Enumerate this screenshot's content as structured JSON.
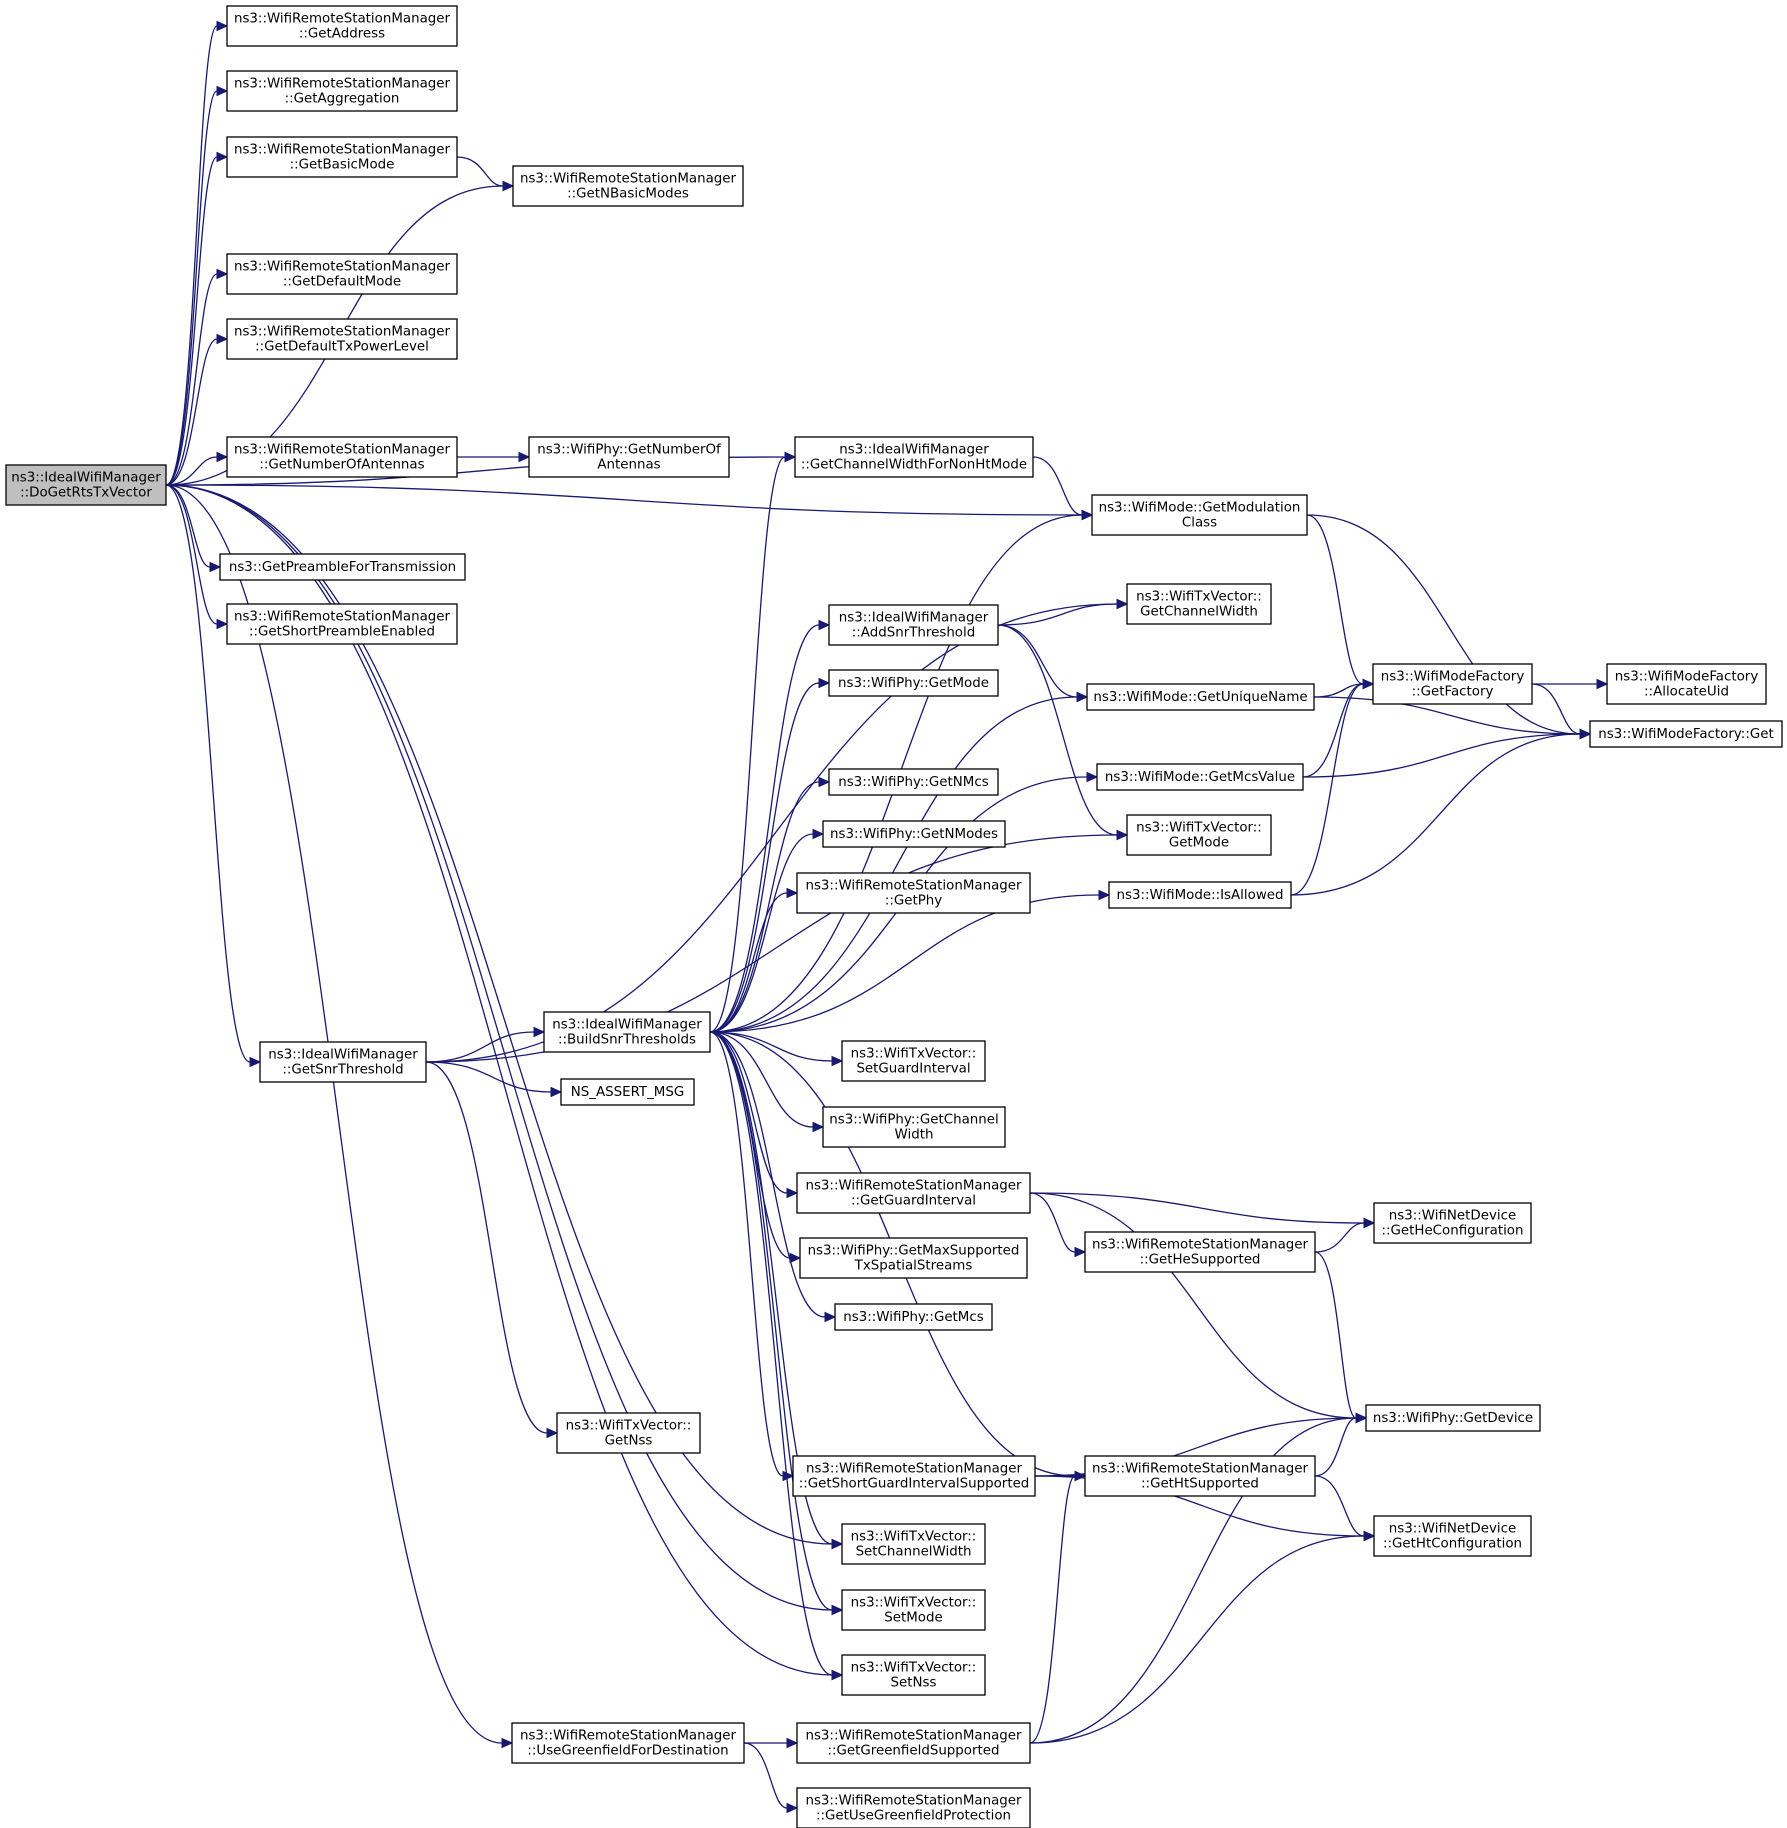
{
  "diagram": {
    "nodes": [
      {
        "id": "root",
        "lines": [
          "ns3::IdealWifiManager",
          "::DoGetRtsTxVector"
        ],
        "root": true
      },
      {
        "id": "getAddress",
        "lines": [
          "ns3::WifiRemoteStationManager",
          "::GetAddress"
        ]
      },
      {
        "id": "getAggregation",
        "lines": [
          "ns3::WifiRemoteStationManager",
          "::GetAggregation"
        ]
      },
      {
        "id": "getBasicMode",
        "lines": [
          "ns3::WifiRemoteStationManager",
          "::GetBasicMode"
        ]
      },
      {
        "id": "getNBasicModes",
        "lines": [
          "ns3::WifiRemoteStationManager",
          "::GetNBasicModes"
        ]
      },
      {
        "id": "getDefaultMode",
        "lines": [
          "ns3::WifiRemoteStationManager",
          "::GetDefaultMode"
        ]
      },
      {
        "id": "getDefaultTxPowerLevel",
        "lines": [
          "ns3::WifiRemoteStationManager",
          "::GetDefaultTxPowerLevel"
        ]
      },
      {
        "id": "getNumberOfAntennas",
        "lines": [
          "ns3::WifiRemoteStationManager",
          "::GetNumberOfAntennas"
        ]
      },
      {
        "id": "phyGetNumberOfAntennas",
        "lines": [
          "ns3::WifiPhy::GetNumberOf",
          "Antennas"
        ]
      },
      {
        "id": "getChannelWidthForNonHtMode",
        "lines": [
          "ns3::IdealWifiManager",
          "::GetChannelWidthForNonHtMode"
        ]
      },
      {
        "id": "getModulationClass",
        "lines": [
          "ns3::WifiMode::GetModulation",
          "Class"
        ]
      },
      {
        "id": "getPreambleForTransmission",
        "lines": [
          "ns3::GetPreambleForTransmission"
        ]
      },
      {
        "id": "getShortPreambleEnabled",
        "lines": [
          "ns3::WifiRemoteStationManager",
          "::GetShortPreambleEnabled"
        ]
      },
      {
        "id": "txGetChannelWidth",
        "lines": [
          "ns3::WifiTxVector::",
          "GetChannelWidth"
        ]
      },
      {
        "id": "addSnrThreshold",
        "lines": [
          "ns3::IdealWifiManager",
          "::AddSnrThreshold"
        ]
      },
      {
        "id": "phyGetMode",
        "lines": [
          "ns3::WifiPhy::GetMode"
        ]
      },
      {
        "id": "getUniqueName",
        "lines": [
          "ns3::WifiMode::GetUniqueName"
        ]
      },
      {
        "id": "getFactory",
        "lines": [
          "ns3::WifiModeFactory",
          "::GetFactory"
        ]
      },
      {
        "id": "allocateUid",
        "lines": [
          "ns3::WifiModeFactory",
          "::AllocateUid"
        ]
      },
      {
        "id": "factoryGet",
        "lines": [
          "ns3::WifiModeFactory::Get"
        ]
      },
      {
        "id": "getMcsValue",
        "lines": [
          "ns3::WifiMode::GetMcsValue"
        ]
      },
      {
        "id": "phyGetNMcs",
        "lines": [
          "ns3::WifiPhy::GetNMcs"
        ]
      },
      {
        "id": "phyGetNModes",
        "lines": [
          "ns3::WifiPhy::GetNModes"
        ]
      },
      {
        "id": "txGetMode",
        "lines": [
          "ns3::WifiTxVector::",
          "GetMode"
        ]
      },
      {
        "id": "getPhy",
        "lines": [
          "ns3::WifiRemoteStationManager",
          "::GetPhy"
        ]
      },
      {
        "id": "isAllowed",
        "lines": [
          "ns3::WifiMode::IsAllowed"
        ]
      },
      {
        "id": "getSnrThreshold",
        "lines": [
          "ns3::IdealWifiManager",
          "::GetSnrThreshold"
        ]
      },
      {
        "id": "buildSnrThresholds",
        "lines": [
          "ns3::IdealWifiManager",
          "::BuildSnrThresholds"
        ]
      },
      {
        "id": "nsAssertMsg",
        "lines": [
          "NS_ASSERT_MSG"
        ]
      },
      {
        "id": "setGuardInterval",
        "lines": [
          "ns3::WifiTxVector::",
          "SetGuardInterval"
        ]
      },
      {
        "id": "phyGetChannelWidth",
        "lines": [
          "ns3::WifiPhy::GetChannel",
          "Width"
        ]
      },
      {
        "id": "getGuardInterval",
        "lines": [
          "ns3::WifiRemoteStationManager",
          "::GetGuardInterval"
        ]
      },
      {
        "id": "getHeConfiguration",
        "lines": [
          "ns3::WifiNetDevice",
          "::GetHeConfiguration"
        ]
      },
      {
        "id": "getHeSupported",
        "lines": [
          "ns3::WifiRemoteStationManager",
          "::GetHeSupported"
        ]
      },
      {
        "id": "getMaxSupportedTxSpatialStreams",
        "lines": [
          "ns3::WifiPhy::GetMaxSupported",
          "TxSpatialStreams"
        ]
      },
      {
        "id": "phyGetMcs",
        "lines": [
          "ns3::WifiPhy::GetMcs"
        ]
      },
      {
        "id": "phyGetDevice",
        "lines": [
          "ns3::WifiPhy::GetDevice"
        ]
      },
      {
        "id": "txGetNss",
        "lines": [
          "ns3::WifiTxVector::",
          "GetNss"
        ]
      },
      {
        "id": "getShortGuardIntervalSupported",
        "lines": [
          "ns3::WifiRemoteStationManager",
          "::GetShortGuardIntervalSupported"
        ]
      },
      {
        "id": "getHtSupported",
        "lines": [
          "ns3::WifiRemoteStationManager",
          "::GetHtSupported"
        ]
      },
      {
        "id": "getHtConfiguration",
        "lines": [
          "ns3::WifiNetDevice",
          "::GetHtConfiguration"
        ]
      },
      {
        "id": "setChannelWidth",
        "lines": [
          "ns3::WifiTxVector::",
          "SetChannelWidth"
        ]
      },
      {
        "id": "setMode",
        "lines": [
          "ns3::WifiTxVector::",
          "SetMode"
        ]
      },
      {
        "id": "setNss",
        "lines": [
          "ns3::WifiTxVector::",
          "SetNss"
        ]
      },
      {
        "id": "useGreenfieldForDestination",
        "lines": [
          "ns3::WifiRemoteStationManager",
          "::UseGreenfieldForDestination"
        ]
      },
      {
        "id": "getGreenfieldSupported",
        "lines": [
          "ns3::WifiRemoteStationManager",
          "::GetGreenfieldSupported"
        ]
      },
      {
        "id": "getUseGreenfieldProtection",
        "lines": [
          "ns3::WifiRemoteStationManager",
          "::GetUseGreenfieldProtection"
        ]
      }
    ],
    "edges": [
      [
        "root",
        "getAddress"
      ],
      [
        "root",
        "getAggregation"
      ],
      [
        "root",
        "getBasicMode"
      ],
      [
        "root",
        "getNBasicModes"
      ],
      [
        "root",
        "getDefaultMode"
      ],
      [
        "root",
        "getDefaultTxPowerLevel"
      ],
      [
        "root",
        "getModulationClass"
      ],
      [
        "root",
        "getNumberOfAntennas"
      ],
      [
        "root",
        "getChannelWidthForNonHtMode"
      ],
      [
        "root",
        "getPreambleForTransmission"
      ],
      [
        "root",
        "getShortPreambleEnabled"
      ],
      [
        "root",
        "getSnrThreshold"
      ],
      [
        "root",
        "setChannelWidth"
      ],
      [
        "root",
        "setMode"
      ],
      [
        "root",
        "setNss"
      ],
      [
        "root",
        "useGreenfieldForDestination"
      ],
      [
        "getBasicMode",
        "getNBasicModes"
      ],
      [
        "getNumberOfAntennas",
        "phyGetNumberOfAntennas"
      ],
      [
        "getChannelWidthForNonHtMode",
        "getModulationClass"
      ],
      [
        "getModulationClass",
        "getFactory"
      ],
      [
        "getModulationClass",
        "factoryGet"
      ],
      [
        "addSnrThreshold",
        "txGetChannelWidth"
      ],
      [
        "addSnrThreshold",
        "getUniqueName"
      ],
      [
        "addSnrThreshold",
        "txGetMode"
      ],
      [
        "getUniqueName",
        "getFactory"
      ],
      [
        "getUniqueName",
        "factoryGet"
      ],
      [
        "getFactory",
        "allocateUid"
      ],
      [
        "getFactory",
        "factoryGet"
      ],
      [
        "getMcsValue",
        "getFactory"
      ],
      [
        "getMcsValue",
        "factoryGet"
      ],
      [
        "isAllowed",
        "getFactory"
      ],
      [
        "isAllowed",
        "factoryGet"
      ],
      [
        "getSnrThreshold",
        "txGetChannelWidth"
      ],
      [
        "getSnrThreshold",
        "buildSnrThresholds"
      ],
      [
        "getSnrThreshold",
        "nsAssertMsg"
      ],
      [
        "getSnrThreshold",
        "txGetMode"
      ],
      [
        "getSnrThreshold",
        "txGetNss"
      ],
      [
        "buildSnrThresholds",
        "getChannelWidthForNonHtMode"
      ],
      [
        "buildSnrThresholds",
        "getModulationClass"
      ],
      [
        "buildSnrThresholds",
        "addSnrThreshold"
      ],
      [
        "buildSnrThresholds",
        "phyGetMode"
      ],
      [
        "buildSnrThresholds",
        "getUniqueName"
      ],
      [
        "buildSnrThresholds",
        "phyGetNMcs"
      ],
      [
        "buildSnrThresholds",
        "phyGetNModes"
      ],
      [
        "buildSnrThresholds",
        "getPhy"
      ],
      [
        "buildSnrThresholds",
        "getMcsValue"
      ],
      [
        "buildSnrThresholds",
        "isAllowed"
      ],
      [
        "buildSnrThresholds",
        "setGuardInterval"
      ],
      [
        "buildSnrThresholds",
        "phyGetChannelWidth"
      ],
      [
        "buildSnrThresholds",
        "getGuardInterval"
      ],
      [
        "buildSnrThresholds",
        "getMaxSupportedTxSpatialStreams"
      ],
      [
        "buildSnrThresholds",
        "phyGetMcs"
      ],
      [
        "buildSnrThresholds",
        "getShortGuardIntervalSupported"
      ],
      [
        "buildSnrThresholds",
        "getHtSupported"
      ],
      [
        "buildSnrThresholds",
        "setChannelWidth"
      ],
      [
        "buildSnrThresholds",
        "setMode"
      ],
      [
        "buildSnrThresholds",
        "setNss"
      ],
      [
        "getGuardInterval",
        "getHeConfiguration"
      ],
      [
        "getGuardInterval",
        "getHeSupported"
      ],
      [
        "getGuardInterval",
        "phyGetDevice"
      ],
      [
        "getHeSupported",
        "getHeConfiguration"
      ],
      [
        "getHeSupported",
        "phyGetDevice"
      ],
      [
        "getShortGuardIntervalSupported",
        "phyGetDevice"
      ],
      [
        "getShortGuardIntervalSupported",
        "getHtSupported"
      ],
      [
        "getShortGuardIntervalSupported",
        "getHtConfiguration"
      ],
      [
        "getHtSupported",
        "phyGetDevice"
      ],
      [
        "getHtSupported",
        "getHtConfiguration"
      ],
      [
        "useGreenfieldForDestination",
        "getGreenfieldSupported"
      ],
      [
        "useGreenfieldForDestination",
        "getUseGreenfieldProtection"
      ],
      [
        "getGreenfieldSupported",
        "getHtSupported"
      ],
      [
        "getGreenfieldSupported",
        "phyGetDevice"
      ],
      [
        "getGreenfieldSupported",
        "getHtConfiguration"
      ]
    ]
  }
}
